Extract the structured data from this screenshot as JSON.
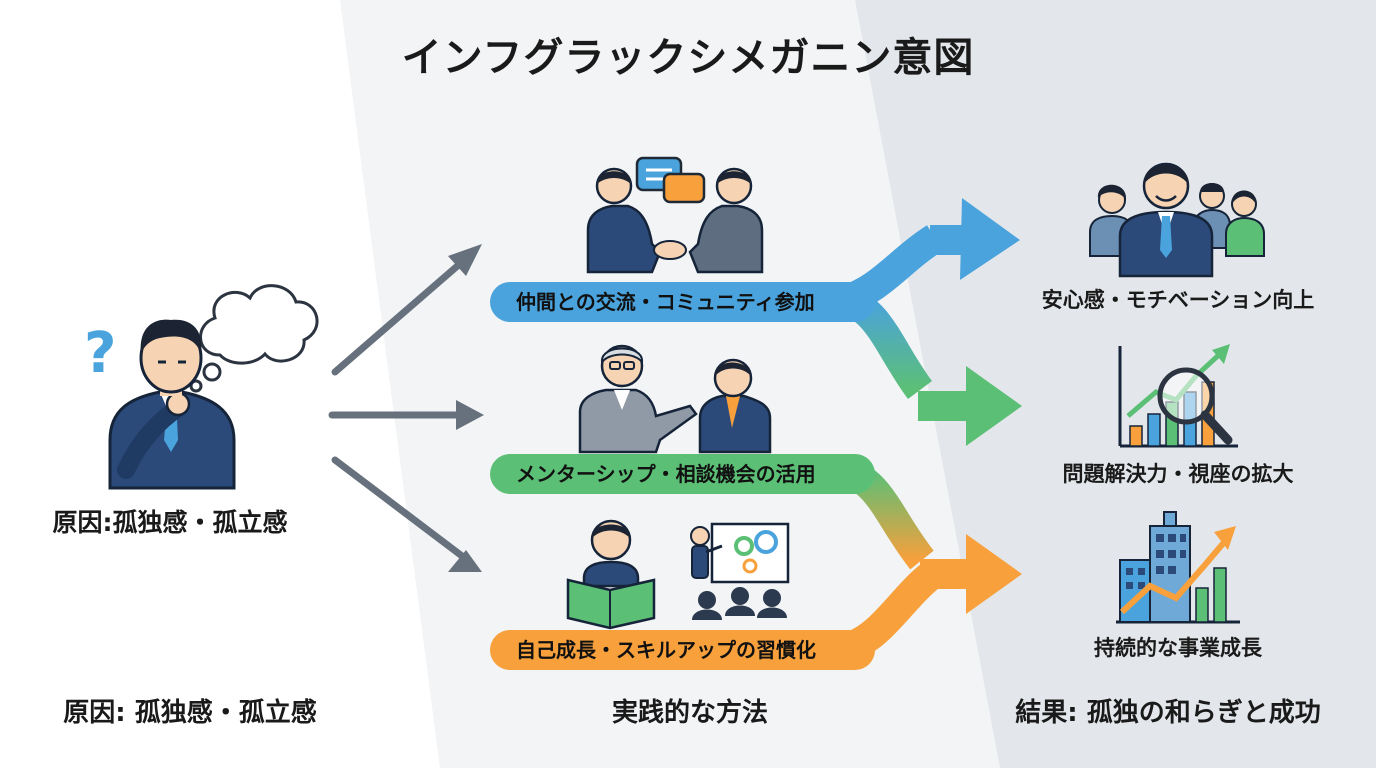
{
  "title": "インフグラックシメガニン意図",
  "cause": {
    "label": "原因:孤独感・孤立感",
    "question_mark": "?"
  },
  "methods": [
    {
      "label": "仲間との交流・コミュニティ参加",
      "color": "#4aa3dc"
    },
    {
      "label": "メンターシップ・相談機会の活用",
      "color": "#5cbf76"
    },
    {
      "label": "自己成長・スキルアップの習慣化",
      "color": "#f7a03c"
    }
  ],
  "outcomes": [
    {
      "label": "安心感・モチベーション向上"
    },
    {
      "label": "問題解決力・視座の拡大"
    },
    {
      "label": "持続的な事業成長"
    }
  ],
  "footer": {
    "left": "原因: 孤独感・孤立感",
    "middle": "実践的な方法",
    "right": "結果: 孤独の和らぎと成功"
  },
  "colors": {
    "suit": "#2b4a7a",
    "suit_dark": "#1f3a63",
    "tie": "#4aa3dc",
    "skin": "#f6d3b3",
    "hair": "#1c2433",
    "grey_arrow": "#66717d"
  }
}
